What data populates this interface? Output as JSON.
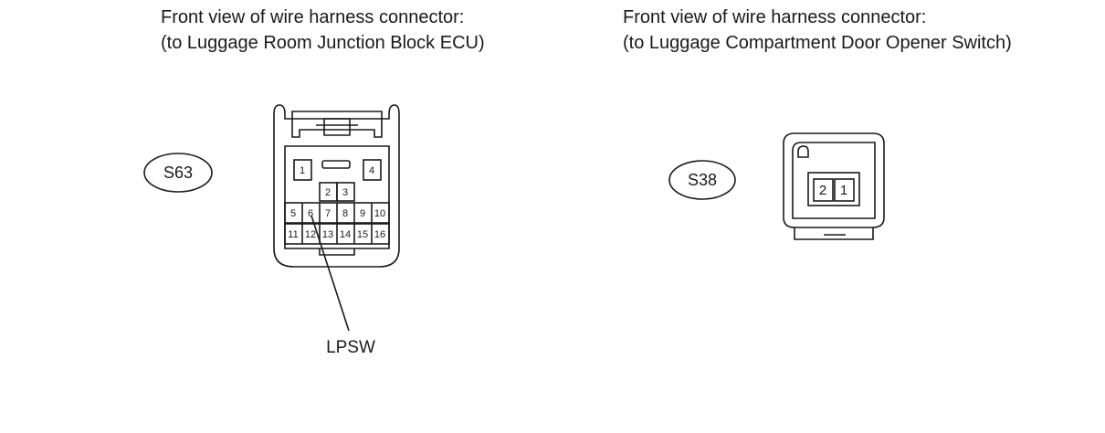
{
  "left_connector": {
    "caption_line1": "Front view of wire harness connector:",
    "caption_line2": "(to Luggage Room Junction Block ECU)",
    "code": "S63",
    "pins_top": [
      "1",
      "4"
    ],
    "pins_mid": [
      "2",
      "3"
    ],
    "pins_row1": [
      "5",
      "6",
      "7",
      "8",
      "9",
      "10"
    ],
    "pins_row2": [
      "11",
      "12",
      "13",
      "14",
      "15",
      "16"
    ],
    "callout_label": "LPSW"
  },
  "right_connector": {
    "caption_line1": "Front view of wire harness connector:",
    "caption_line2": "(to Luggage Compartment Door Opener Switch)",
    "code": "S38",
    "pins": [
      "2",
      "1"
    ]
  }
}
